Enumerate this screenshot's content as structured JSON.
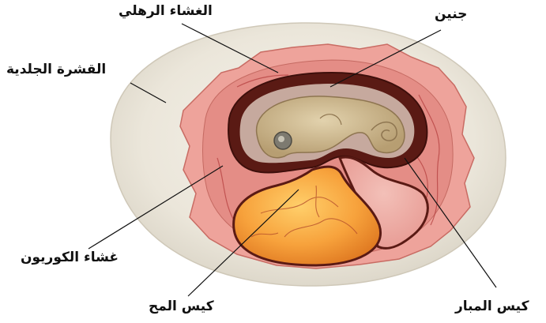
{
  "labels": {
    "amnion": "الغشاء الرهلي",
    "embryo": "جنين",
    "shell": "القشرة الجلدية",
    "chorion": "غشاء الكوريون",
    "yolk_sac": "كيس المح",
    "allantois": "كيس المبار"
  },
  "colors": {
    "shell": "#ece7db",
    "membrane": "#e98c8c",
    "dark_cavity": "#5a1a14",
    "embryo": "#c9b48c",
    "yolk": "#f7a23c",
    "vessel": "#b23a3a"
  }
}
